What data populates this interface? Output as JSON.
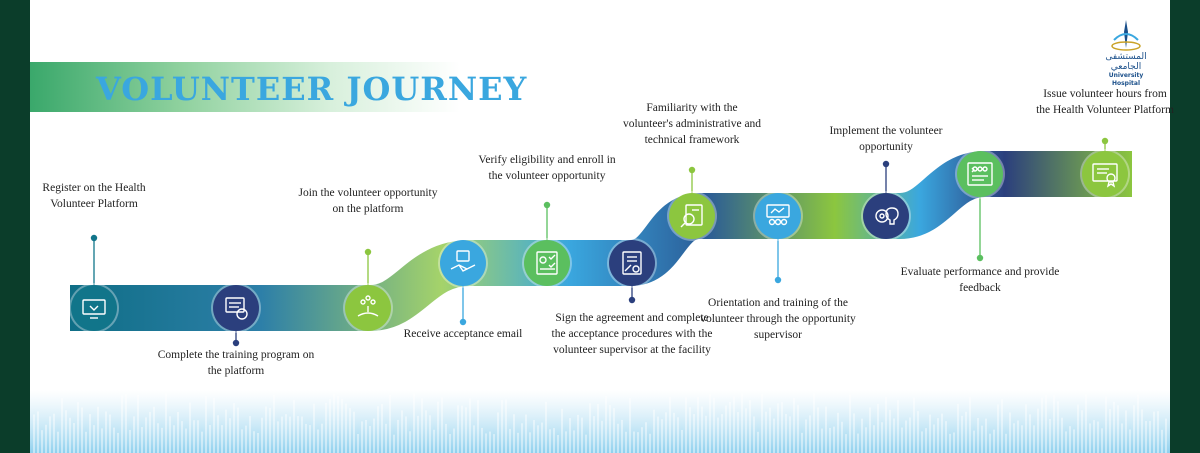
{
  "title": "VOLUNTEER JOURNEY",
  "logo": {
    "arabic": "المستشفى الجامعي",
    "english": "University Hospital"
  },
  "colors": {
    "frame": "#0b3d2a",
    "title": "#3aa7df",
    "band_start": "#0f6e86",
    "band_mid": "#3aa7df",
    "band_end": "#8cc63f",
    "text": "#222222"
  },
  "steps": [
    {
      "label": "Register on the Health Volunteer Platform",
      "icon": "monitor-icon",
      "color": "#11758a"
    },
    {
      "label": "Complete the training program on the platform",
      "icon": "online-course-icon",
      "color": "#2b3f7d"
    },
    {
      "label": "Join the volunteer opportunity on the platform",
      "icon": "stars-hand-icon",
      "color": "#8cc63f"
    },
    {
      "label": "Receive acceptance email",
      "icon": "handshake-icon",
      "color": "#3aa7df"
    },
    {
      "label": "Verify eligibility and enroll in the volunteer opportunity",
      "icon": "checklist-icon",
      "color": "#5bbf5f"
    },
    {
      "label": "Sign the agreement and complete the acceptance procedures with the volunteer supervisor at the facility",
      "icon": "contract-icon",
      "color": "#2b3f7d"
    },
    {
      "label": "Familiarity with the volunteer's administrative and technical framework",
      "icon": "document-search-icon",
      "color": "#8cc63f"
    },
    {
      "label": "Orientation and training of the volunteer through the opportunity supervisor",
      "icon": "presentation-icon",
      "color": "#3aa7df"
    },
    {
      "label": "Implement the volunteer opportunity",
      "icon": "gear-bulb-icon",
      "color": "#2b3f7d"
    },
    {
      "label": "Evaluate performance and provide feedback",
      "icon": "rating-icon",
      "color": "#5bbf5f"
    },
    {
      "label": "Issue volunteer hours from the Health Volunteer Platform",
      "icon": "certificate-icon",
      "color": "#8cc63f"
    }
  ]
}
